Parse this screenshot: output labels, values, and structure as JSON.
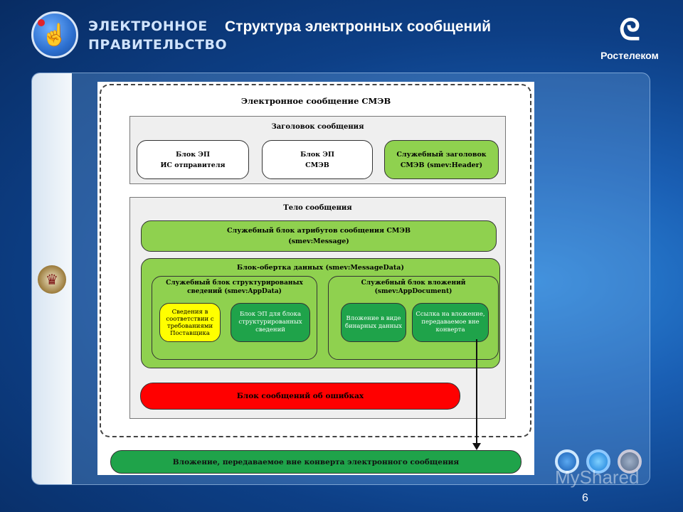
{
  "header": {
    "logo_left_line1": "ЭЛЕКТРОННОЕ",
    "logo_left_line2": "ПРАВИТЕЛЬСТВО",
    "slide_title": "Структура электронных сообщений",
    "logo_right_text": "Ростелеком",
    "logo_right_icon": "rostelecom-r-icon",
    "logo_left_icon": "hand-click-icon"
  },
  "sidebar": {
    "emblem_icon": "russian-coat-of-arms-icon"
  },
  "diagram": {
    "title": "Электронное сообщение СМЭВ",
    "header_section": {
      "title": "Заголовок сообщения",
      "box1_line1": "Блок ЭП",
      "box1_line2": "ИС отправителя",
      "box2_line1": "Блок ЭП",
      "box2_line2": "СМЭВ",
      "box3_line1": "Служебный заголовок",
      "box3_line2": "СМЭВ (smev:Header)"
    },
    "body_section": {
      "title": "Тело сообщения",
      "attrs_line1": "Служебный блок атрибутов сообщения СМЭВ",
      "attrs_line2": "(smev:Message)",
      "wrapper_title": "Блок-обертка данных (smev:MessageData)",
      "appdata_line1": "Служебный блок структурированых",
      "appdata_line2": "сведений (smev:AppData)",
      "appdata_yellow": "Сведения в соответствии с требованиями Поставщика",
      "appdata_green": "Блок ЭП для блока структурированных сведений",
      "appdoc_line1": "Служебный блок вложений",
      "appdoc_line2": "(smev:AppDocument)",
      "appdoc_binary": "Вложение в виде бинарных данных",
      "appdoc_link": "Ссылка на вложение, передаваемое вне конверта",
      "errors": "Блок сообщений об ошибках"
    },
    "attachment_outside": "Вложение, передаваемое вне конверта электронного сообщения"
  },
  "footer": {
    "watermark": "MyShared",
    "page_number": "6"
  },
  "colors": {
    "background": "#0d3f86",
    "light_green": "#8fd14f",
    "dark_green": "#1fa34a",
    "error_red": "#ff0000",
    "yellow": "#ffff00"
  }
}
